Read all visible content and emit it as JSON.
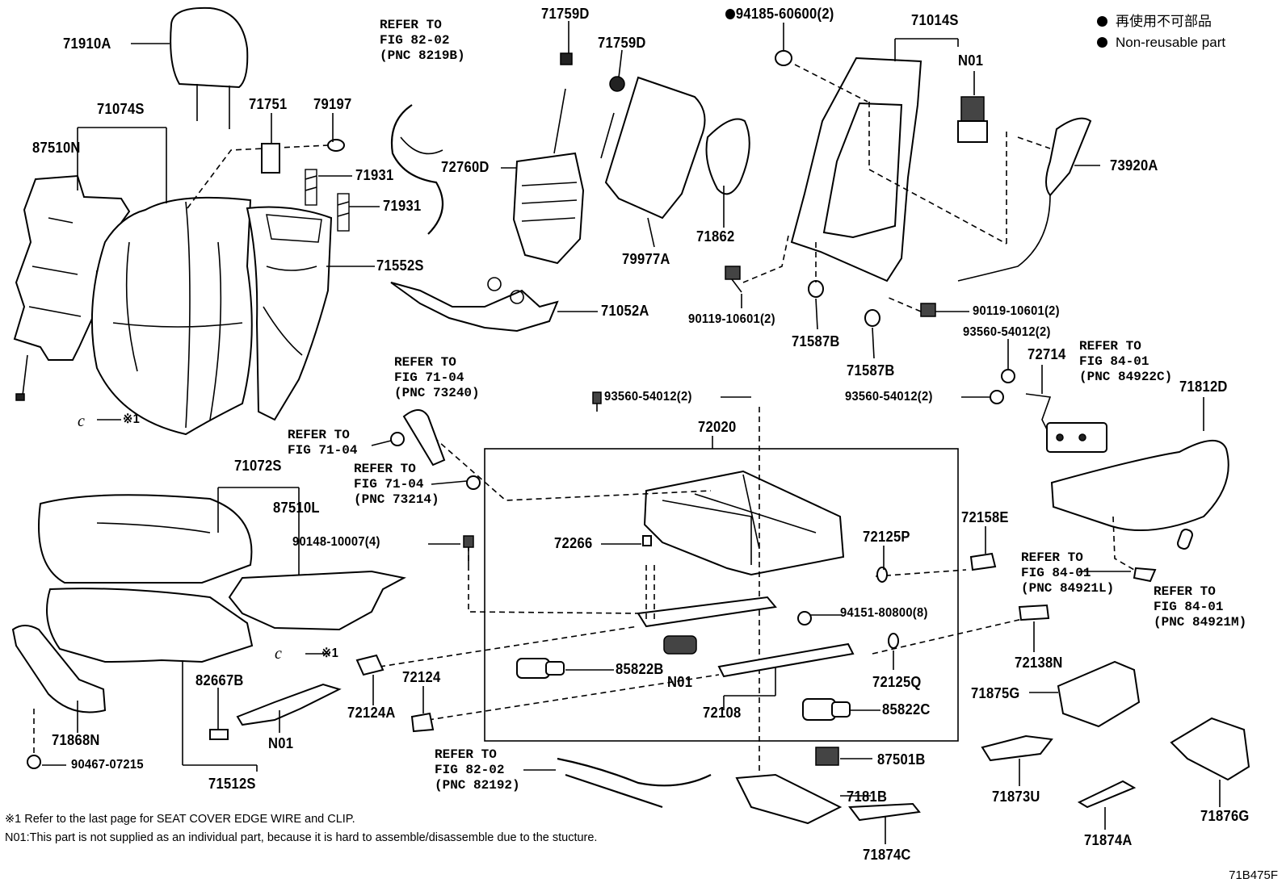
{
  "legend": {
    "jp": "再使用不可部品",
    "en": "Non-reusable part"
  },
  "labels": {
    "l71910A": "71910A",
    "l71074S": "71074S",
    "l87510N": "87510N",
    "l71751": "71751",
    "l79197": "79197",
    "l71931a": "71931",
    "l71931b": "71931",
    "l71552S": "71552S",
    "l71052A": "71052A",
    "l72760D": "72760D",
    "l71759D_a": "71759D",
    "l71759D_b": "71759D",
    "l79977A": "79977A",
    "l71862": "71862",
    "l94185": "94185-60600(2)",
    "l71014S": "71014S",
    "lN01_top": "N01",
    "l73920A": "73920A",
    "l90119_a": "90119-10601(2)",
    "l90119_b": "90119-10601(2)",
    "l71587B_a": "71587B",
    "l71587B_b": "71587B",
    "l93560_a": "93560-54012(2)",
    "l93560_b": "93560-54012(2)",
    "l93560_c": "93560-54012(2)",
    "l72714": "72714",
    "l71812D": "71812D",
    "l72020": "72020",
    "l71072S": "71072S",
    "l87510L": "87510L",
    "l90148": "90148-10007(4)",
    "l72266": "72266",
    "l72125P": "72125P",
    "l72158E": "72158E",
    "l94151": "94151-80800(8)",
    "l85822B": "85822B",
    "lN01_mid": "N01",
    "l72125Q": "72125Q",
    "l72108": "72108",
    "l85822C": "85822C",
    "l72138N": "72138N",
    "l71875G": "71875G",
    "l72124": "72124",
    "l72124A": "72124A",
    "l82667B": "82667B",
    "lN01_bot": "N01",
    "l71512S": "71512S",
    "l71868N": "71868N",
    "l90467": "90467-07215",
    "l87501B": "87501B",
    "l7181B": "7181B",
    "l71874C": "71874C",
    "l71873U": "71873U",
    "l71874A": "71874A",
    "l71876G": "71876G",
    "x1a": "※1",
    "x1b": "※1"
  },
  "refs": {
    "r82_02_top": "REFER TO\nFIG 82-02\n(PNC 8219B)",
    "r71_04_a": "REFER TO\nFIG 71-04\n(PNC 73240)",
    "r71_04_b": "REFER TO\nFIG 71-04",
    "r71_04_c": "REFER TO\nFIG 71-04\n(PNC 73214)",
    "r84_01_a": "REFER TO\nFIG 84-01\n(PNC 84922C)",
    "r84_01_b": "REFER TO\nFIG 84-01\n(PNC 84921L)",
    "r84_01_c": "REFER TO\nFIG 84-01\n(PNC 84921M)",
    "r82_02_bot": "REFER TO\nFIG 82-02\n(PNC 82192)"
  },
  "notes": {
    "n1": "※1 Refer to the last page for SEAT COVER EDGE WIRE and CLIP.",
    "n2": "N01:This part is not supplied as an individual part, because it is hard to assemble/disassemble due to the stucture."
  },
  "figure_code": "71B475F"
}
